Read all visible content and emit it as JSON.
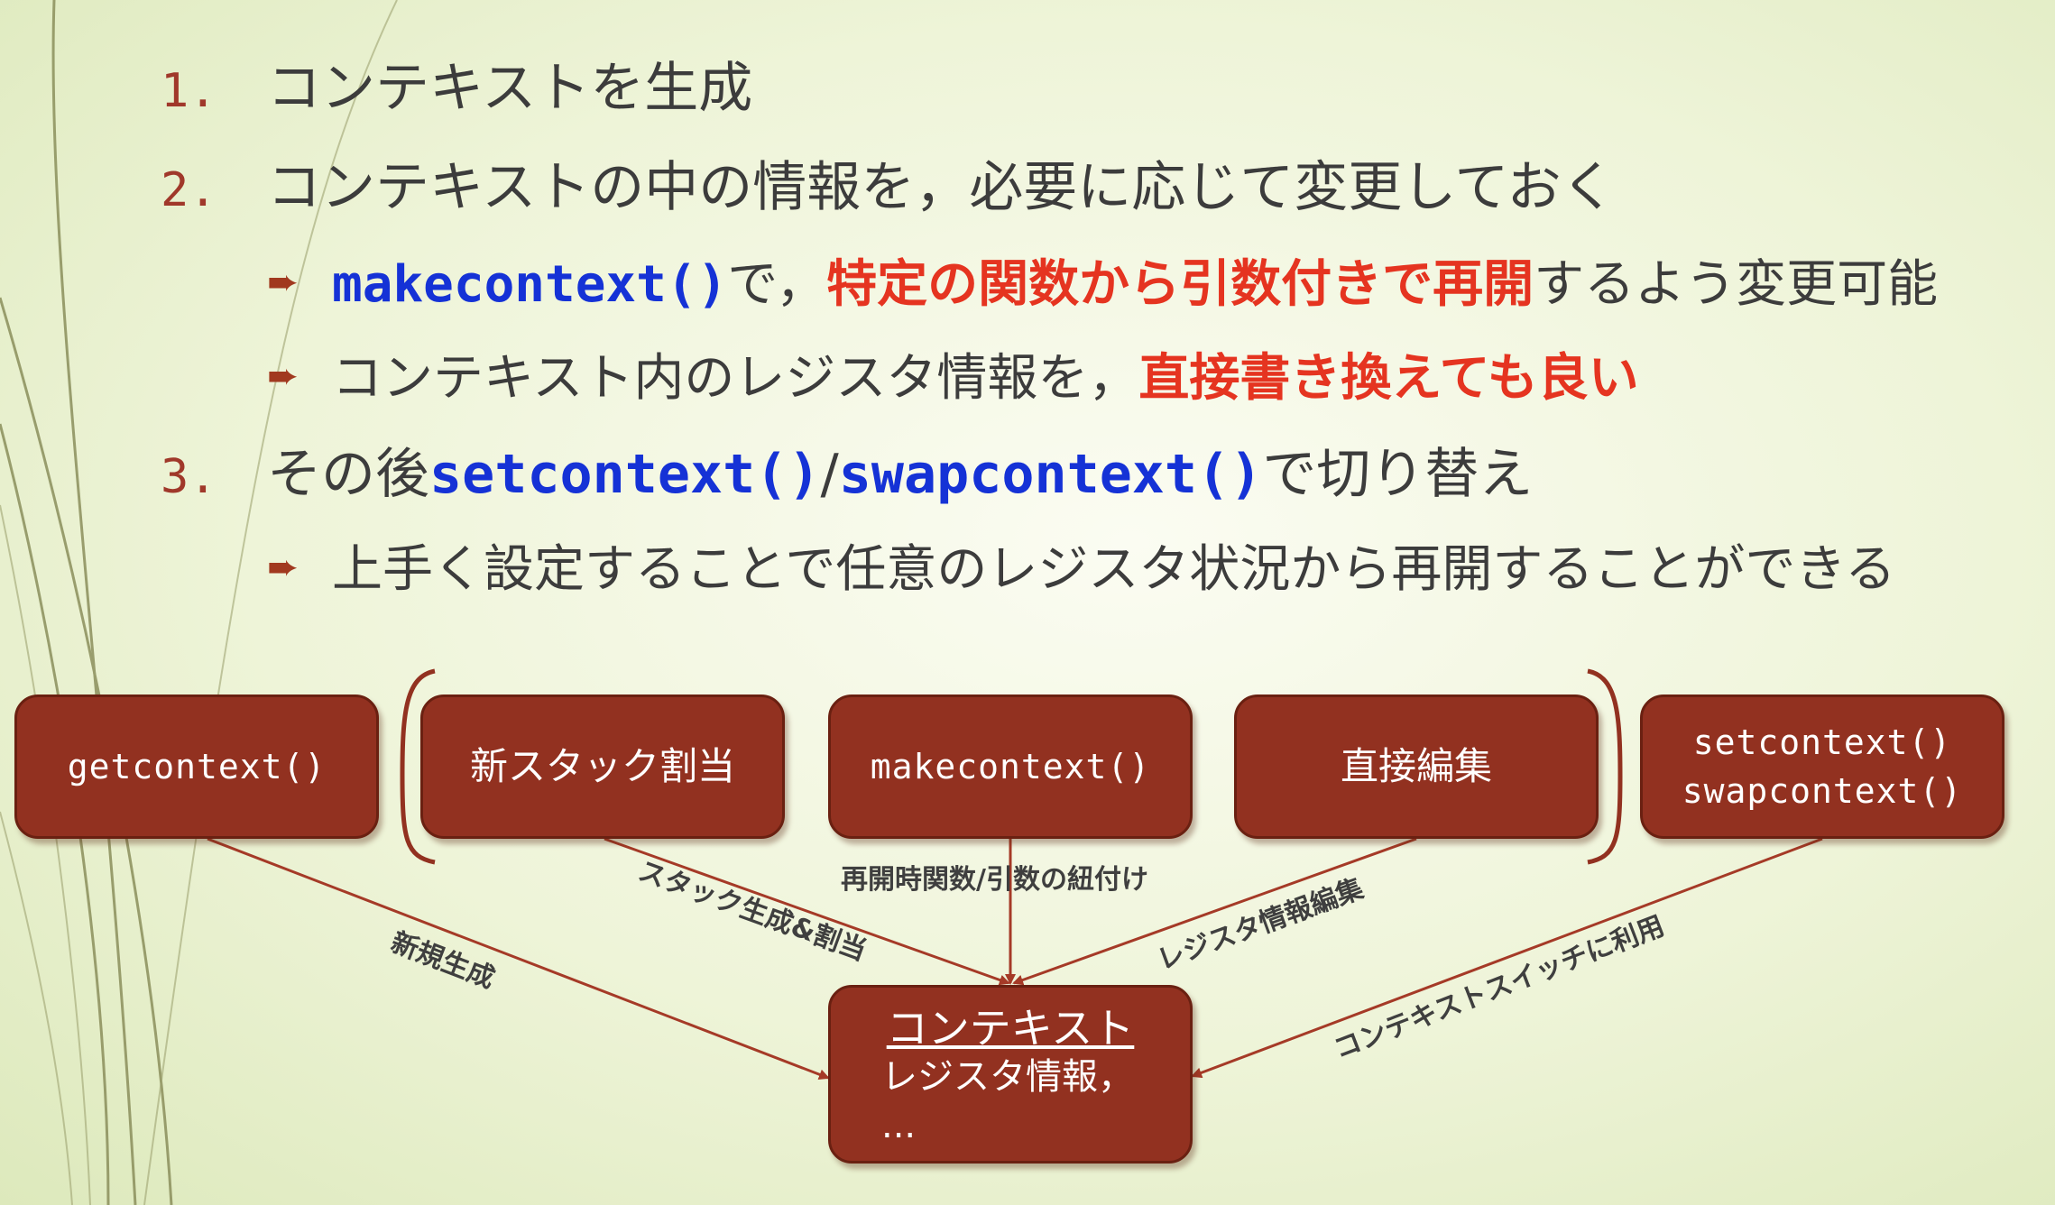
{
  "colors": {
    "box_fill": "#923120",
    "box_border": "#6a2011",
    "arrow": "#a53a27",
    "code_blue": "#1532d6",
    "emphasis_red": "#e53420",
    "number_red": "#a0382a",
    "text": "#3c3c3c"
  },
  "bullets": {
    "item1": {
      "num": "1.",
      "text": "コンテキストを生成"
    },
    "item2": {
      "num": "2.",
      "text": "コンテキストの中の情報を，必要に応じて変更しておく"
    },
    "sub1": {
      "icon": "arrow-bullet-icon",
      "code": "makecontext()",
      "text1": "で，",
      "red": "特定の関数から引数付きで再開",
      "text2": "するよう変更可能"
    },
    "sub2": {
      "icon": "arrow-bullet-icon",
      "text1": "コンテキスト内のレジスタ情報を，",
      "red": "直接書き換えても良い"
    },
    "item3": {
      "num": "3.",
      "text1": "その後",
      "code1": "setcontext()",
      "sep": "/",
      "code2": "swapcontext()",
      "text2": "で切り替え"
    },
    "sub3": {
      "icon": "arrow-bullet-icon",
      "text": "上手く設定することで任意のレジスタ状況から再開することができる"
    }
  },
  "diagram": {
    "boxes": {
      "getcontext": "getcontext()",
      "new_stack": "新スタック割当",
      "makecontext": "makecontext()",
      "direct_edit": "直接編集",
      "setcontext": "setcontext()",
      "swapcontext": "swapcontext()"
    },
    "context_box": {
      "title": "コンテキスト",
      "line1": "レジスタ情報，",
      "line2": "..."
    },
    "edge_labels": {
      "new": "新規生成",
      "stack": "スタック生成&割当",
      "rebind": "再開時関数/引数の紐付け",
      "register": "レジスタ情報編集",
      "switch": "コンテキストスイッチに利用"
    }
  }
}
